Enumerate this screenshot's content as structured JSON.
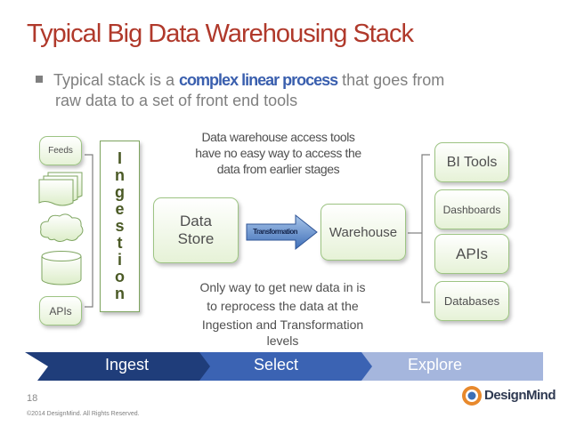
{
  "slide": {
    "title": "Typical Big Data Warehousing Stack",
    "bullet": {
      "before": "Typical stack is a ",
      "highlight": "complex linear process",
      "after_line1": " that goes from",
      "line2": "raw data to a set of front end tools"
    }
  },
  "sources": {
    "feeds": "Feeds",
    "apis": "APIs"
  },
  "ingestion": {
    "letters": [
      "I",
      "n",
      "g",
      "e",
      "s",
      "t",
      "i",
      "o",
      "n"
    ]
  },
  "center": {
    "data_store_line1": "Data",
    "data_store_line2": "Store",
    "arrow_label": "Transformation",
    "warehouse": "Warehouse"
  },
  "tools": {
    "bi_tools": "BI Tools",
    "dashboards": "Dashboards",
    "apis": "APIs",
    "databases": "Databases"
  },
  "notes": {
    "top": [
      "Data warehouse access tools",
      "have no easy way to access the",
      "data from earlier stages"
    ],
    "bottom": [
      "Only way to get new data in is",
      "to reprocess the data at the",
      "Ingestion and Transformation",
      "levels"
    ]
  },
  "band": {
    "ingest": "Ingest",
    "select": "Select",
    "explore": "Explore",
    "colors": [
      "#1f3d7a",
      "#3b63b3",
      "#a5b6dd"
    ]
  },
  "footer": {
    "page_number": "18",
    "copyright": "©2014 DesignMind. All Rights Reserved.",
    "logo": "DesignMind"
  }
}
